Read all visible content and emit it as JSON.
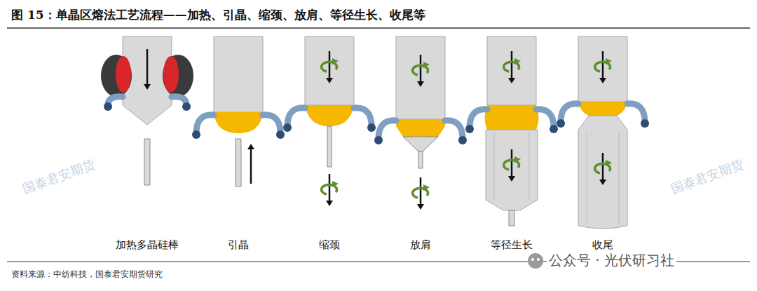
{
  "diagram": {
    "title": "图 15：单晶区熔法工艺流程——加热、引晶、缩颈、放肩、等径生长、收尾等",
    "caption": "资料来源：中纺科技，国泰君安期货研究",
    "labels": [
      "加热多晶硅棒",
      "引晶",
      "缩颈",
      "放肩",
      "等径生长",
      "收尾",
      "公众号 · 光伏研习社",
      "国泰君安期货",
      "国泰君安期货"
    ]
  }
}
